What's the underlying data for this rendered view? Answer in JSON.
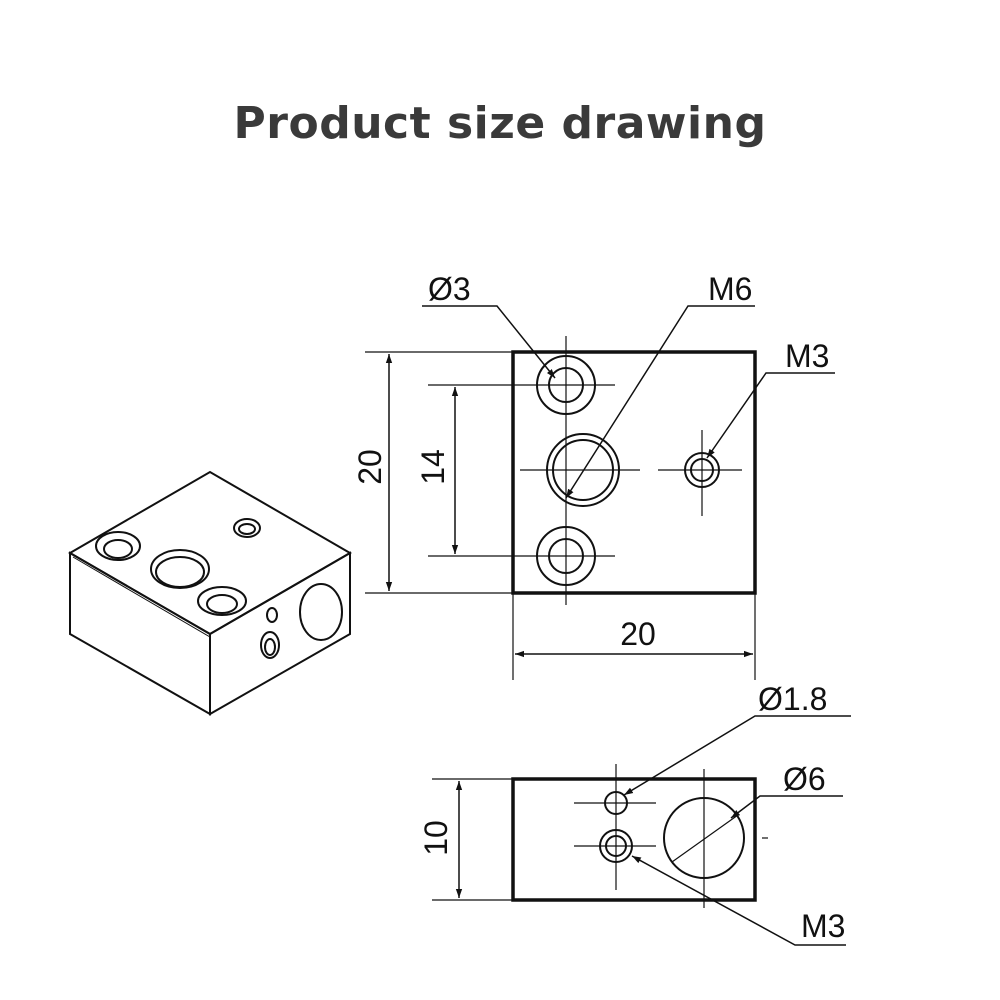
{
  "title": "Product size drawing",
  "labels": {
    "phi3": "Ø3",
    "m6": "M6",
    "m3_top": "M3",
    "dim20_vertical": "20",
    "dim14": "14",
    "dim20_horizontal": "20",
    "phi1_8": "Ø1.8",
    "phi6": "Ø6",
    "dim10": "10",
    "m3_bottom": "M3"
  },
  "colors": {
    "ink": "#111111",
    "title": "#3a3a3a",
    "background": "#ffffff"
  }
}
